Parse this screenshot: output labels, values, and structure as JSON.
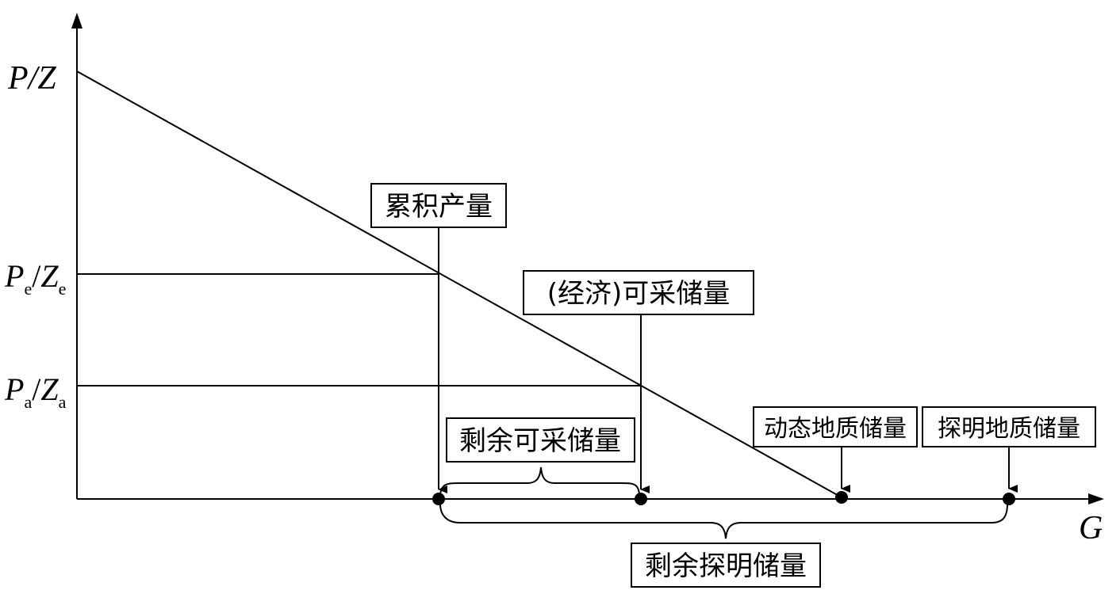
{
  "axes": {
    "y_label": "P/Z",
    "x_label": "G"
  },
  "levels": {
    "pe": {
      "main": "P",
      "sub": "e",
      "sep": "/",
      "main2": "Z",
      "sub2": "e"
    },
    "pa": {
      "main": "P",
      "sub": "a",
      "sep": "/",
      "main2": "Z",
      "sub2": "a"
    }
  },
  "labels": {
    "cumulative_production": "累积产量",
    "economic_recoverable": "(经济)可采储量",
    "remaining_recoverable": "剩余可采储量",
    "dynamic_geologic": "动态地质储量",
    "proven_geologic": "探明地质储量",
    "remaining_proven": "剩余探明储量"
  }
}
